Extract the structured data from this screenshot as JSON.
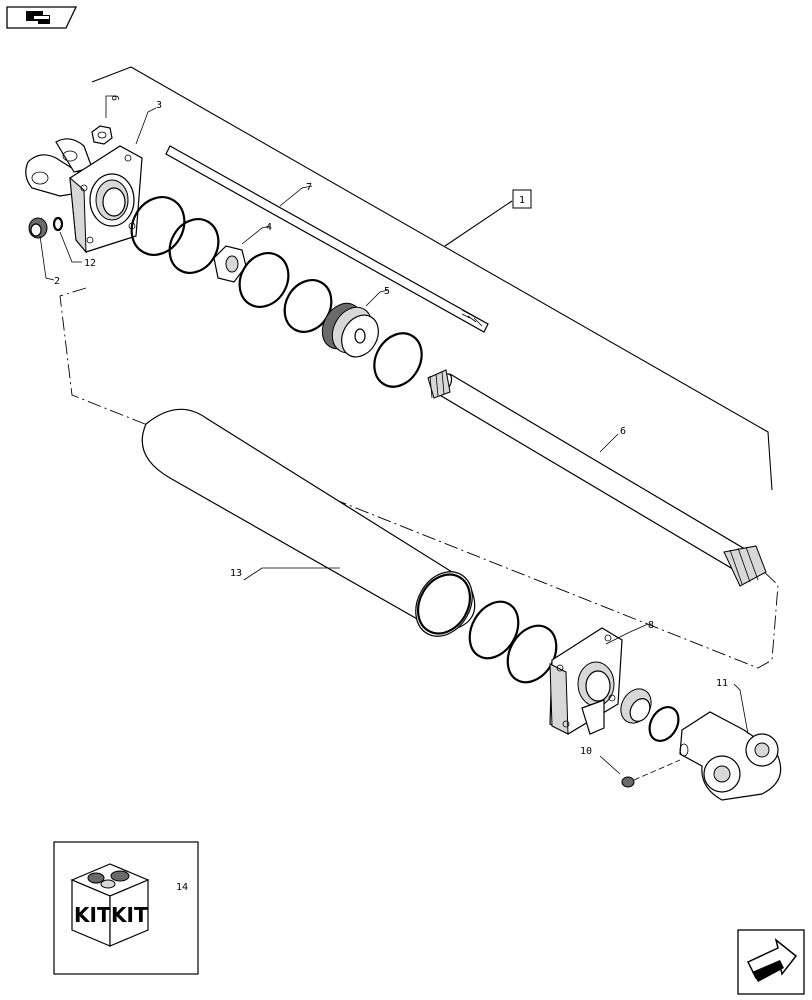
{
  "nav": {
    "back_icon": "back-arrow-icon",
    "next_icon": "next-page-arrow-icon"
  },
  "assembly_label": "1",
  "parts": {
    "p2": "2",
    "p3": "3",
    "p4": "4",
    "p5": "5",
    "p6": "6",
    "p7": "7",
    "p8": "8",
    "p9": "9",
    "p10": "10",
    "p11": "11",
    "p12": "12",
    "p13": "13",
    "p14": "14"
  },
  "kit": {
    "left_text": "KIT",
    "right_text": "KIT"
  }
}
